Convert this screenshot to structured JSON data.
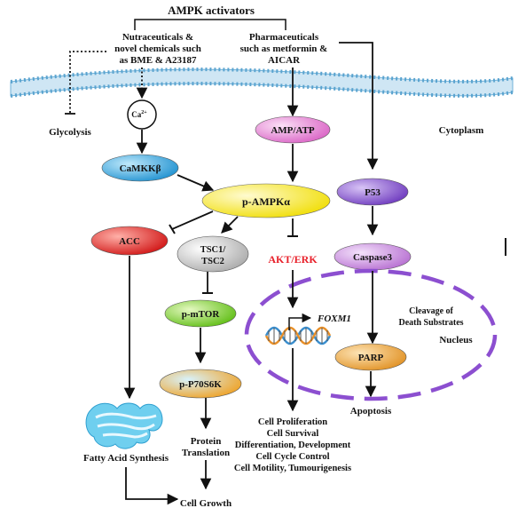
{
  "title": "AMPK activators",
  "activators": {
    "nutraceuticals": [
      "Nutraceuticals &",
      "novel chemicals such",
      "as BME & A23187"
    ],
    "pharmaceuticals": [
      "Pharmaceuticals",
      "such as metformin &",
      "AICAR"
    ]
  },
  "labels": {
    "glycolysis": "Glycolysis",
    "cytoplasm": "Cytoplasm",
    "nucleus": "Nucleus",
    "cleavage": [
      "Cleavage of",
      "Death Substrates"
    ],
    "foxm1": "FOXM1",
    "fatty_acid_synthesis": "Fatty Acid Synthesis",
    "protein_translation": [
      "Protein",
      "Translation"
    ],
    "cell_growth": "Cell Growth",
    "apoptosis": "Apoptosis",
    "outcomes": [
      "Cell Proliferation",
      "Cell Survival",
      "Differentiation, Development",
      "Cell Cycle Control",
      "Cell Motility, Tumourigenesis"
    ]
  },
  "nodes": {
    "ca": "Ca",
    "ca_sup": "2+",
    "camkkb": "CaMKKβ",
    "amp_atp": "AMP/ATP",
    "p_ampka": "p-AMPKα",
    "p53": "P53",
    "acc": "ACC",
    "tsc": [
      "TSC1/",
      "TSC2"
    ],
    "akt_erk": "AKT/ERK",
    "caspase3": "Caspase3",
    "p_mtor": "p-mTOR",
    "parp": "PARP",
    "p_p70s6k": "p-P70S6K"
  },
  "colors": {
    "camkkb": "#2e9fd9",
    "amp_atp": "#e07ad0",
    "p_ampka": "#f5e400",
    "p53": "#7b45c8",
    "acc": "#d91a1a",
    "tsc": "#bdbdbd",
    "akt_erk_text": "#e8202a",
    "caspase3": "#c47ed8",
    "p_mtor": "#6ecb1a",
    "parp": "#e8a030",
    "p_p70s6k": "#f0a020",
    "nucleus": "#8c4fd0",
    "membrane": "#6fb2d9",
    "fatty_icon": "#5cc8ec"
  }
}
